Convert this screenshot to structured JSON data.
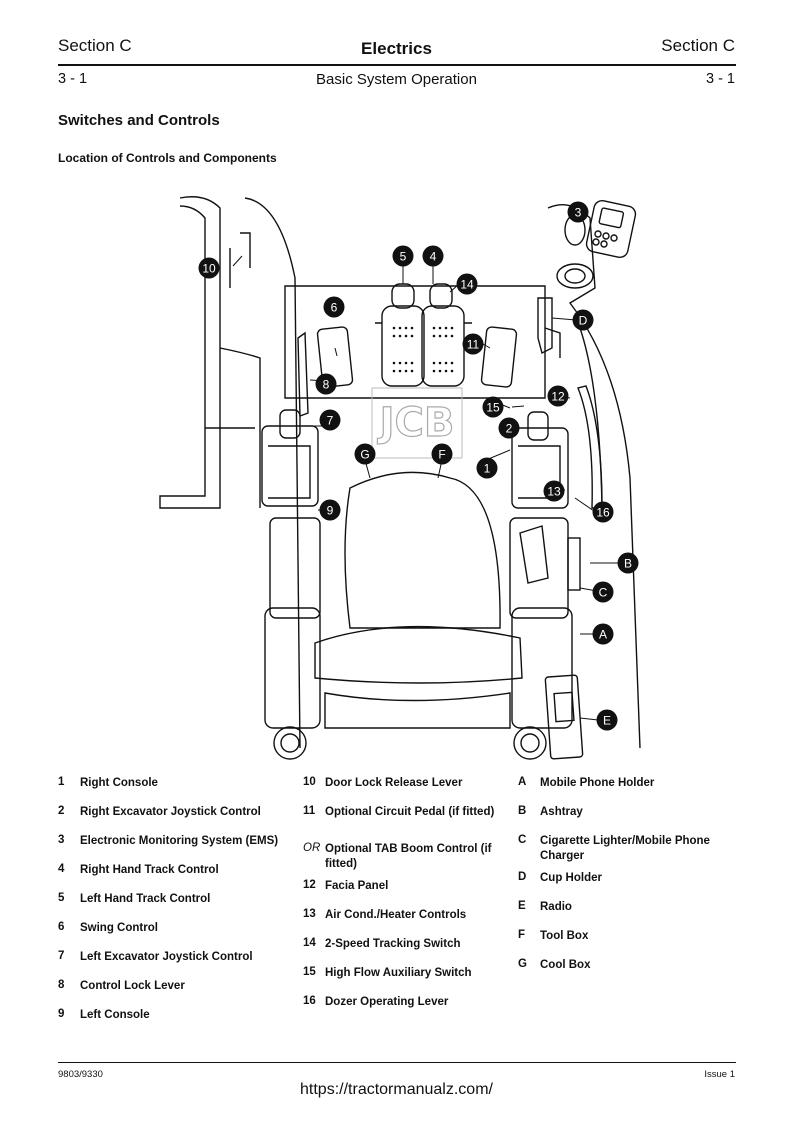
{
  "header": {
    "section_left": "Section C",
    "title": "Electrics",
    "section_right": "Section C",
    "page_left": "3 - 1",
    "subtitle": "Basic System Operation",
    "page_right": "3 - 1"
  },
  "heading": "Switches and Controls",
  "subheading": "Location of Controls and Components",
  "diagram": {
    "callouts": [
      "1",
      "2",
      "3",
      "4",
      "5",
      "6",
      "7",
      "8",
      "9",
      "10",
      "11",
      "12",
      "13",
      "14",
      "15",
      "16",
      "A",
      "B",
      "C",
      "D",
      "E",
      "F",
      "G"
    ],
    "logo_text": "JCB"
  },
  "legend": {
    "col1": [
      {
        "key": "1",
        "label": "Right Console"
      },
      {
        "key": "2",
        "label": "Right Excavator Joystick Control"
      },
      {
        "key": "3",
        "label": "Electronic Monitoring System (EMS)"
      },
      {
        "key": "4",
        "label": "Right Hand Track Control"
      },
      {
        "key": "5",
        "label": "Left Hand Track Control"
      },
      {
        "key": "6",
        "label": "Swing Control"
      },
      {
        "key": "7",
        "label": "Left Excavator Joystick Control"
      },
      {
        "key": "8",
        "label": "Control Lock Lever"
      },
      {
        "key": "9",
        "label": "Left Console"
      }
    ],
    "col2": [
      {
        "key": "10",
        "label": "Door Lock Release Lever"
      },
      {
        "key": "11",
        "label": "Optional Circuit Pedal (if fitted)"
      },
      {
        "key": "OR",
        "label": "Optional TAB Boom Control (if fitted)"
      },
      {
        "key": "12",
        "label": "Facia Panel"
      },
      {
        "key": "13",
        "label": "Air Cond./Heater Controls"
      },
      {
        "key": "14",
        "label": "2-Speed Tracking Switch"
      },
      {
        "key": "15",
        "label": "High Flow Auxiliary Switch"
      },
      {
        "key": "16",
        "label": "Dozer Operating Lever"
      }
    ],
    "col3": [
      {
        "key": "A",
        "label": "Mobile Phone Holder"
      },
      {
        "key": "B",
        "label": "Ashtray"
      },
      {
        "key": "C",
        "label": "Cigarette Lighter/Mobile Phone Charger"
      },
      {
        "key": "D",
        "label": "Cup Holder"
      },
      {
        "key": "E",
        "label": "Radio"
      },
      {
        "key": "F",
        "label": "Tool Box"
      },
      {
        "key": "G",
        "label": "Cool Box"
      }
    ]
  },
  "footer": {
    "doc_number": "9803/9330",
    "issue": "Issue 1",
    "url": "https://tractormanualz.com/"
  }
}
